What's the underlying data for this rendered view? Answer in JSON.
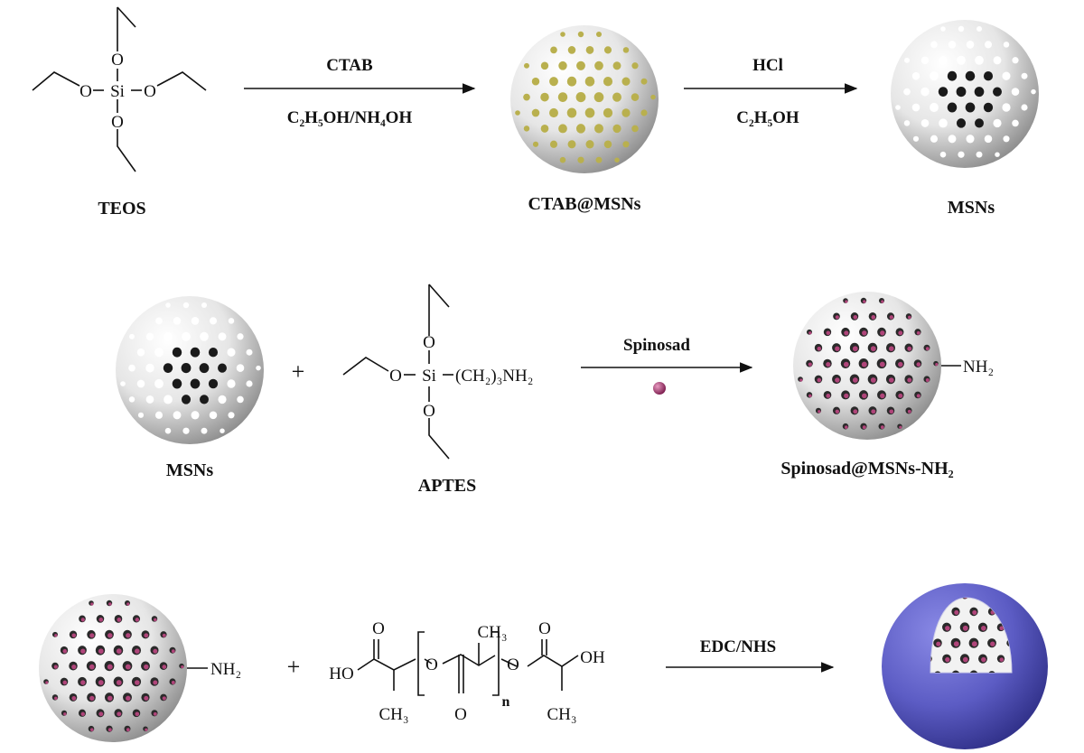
{
  "colors": {
    "sphere_light": "#ffffff",
    "sphere_dark": "#8e8e8e",
    "pore_ctab": "#b9b04e",
    "pore_empty": "#2b2b2b",
    "pore_loaded": "#b0457a",
    "drug_dot": "#9b2a64",
    "coating": "#5c5cc4",
    "coating_dark": "#2a2a80"
  },
  "labels": {
    "teos": "TEOS",
    "ctab_msns": "CTAB@MSNs",
    "msns_top": "MSNs",
    "msns_mid": "MSNs",
    "aptes": "APTES",
    "spinosad_product": "Spinosad@MSNs-NH₂"
  },
  "reagents": {
    "step1_above": "CTAB",
    "step1_below": "C₂H₅OH/NH₄OH",
    "step2_above": "HCl",
    "step2_below": "C₂H₅OH",
    "step3_above": "Spinosad",
    "step4_above": "EDC/NHS"
  },
  "symbols": {
    "plus": "+"
  },
  "atoms": {
    "o": "O",
    "si": "Si",
    "aptes_chain": "(CH₂)₃NH₂",
    "nh2": "NH₂",
    "ho": "HO",
    "oh": "OH",
    "ch3": "CH₃",
    "n": "n"
  }
}
